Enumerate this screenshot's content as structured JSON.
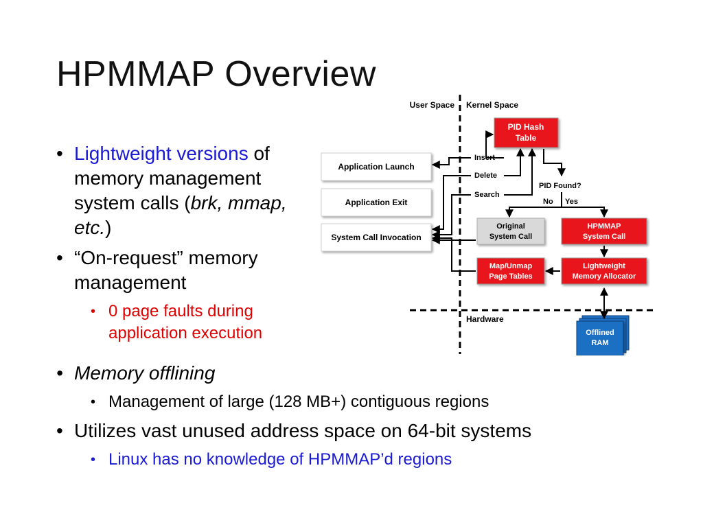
{
  "slide": {
    "title": "HPMMAP Overview"
  },
  "bullets": {
    "b1": {
      "highlight": "Lightweight versions",
      "rest": " of memory management system calls (",
      "italic": "brk, mmap, etc.",
      "close": ")"
    },
    "b2": {
      "text": "“On-request” memory management"
    },
    "b2_sub": {
      "text": "0 page faults during application execution"
    },
    "b3": {
      "text": "Memory offlining"
    },
    "b3_sub": {
      "text": "Management of large (128 MB+) contiguous regions"
    },
    "b4": {
      "text": "Utilizes vast unused address space on 64-bit systems"
    },
    "b4_sub": {
      "text": "Linux has no knowledge of HPMMAP’d regions"
    }
  },
  "diagram": {
    "user_space": "User Space",
    "kernel_space": "Kernel Space",
    "hardware": "Hardware",
    "pid_hash_table": [
      "PID Hash",
      "Table"
    ],
    "app_launch": "Application Launch",
    "app_exit": "Application Exit",
    "syscall_invocation": "System Call Invocation",
    "insert": "Insert",
    "delete": "Delete",
    "search": "Search",
    "pid_found": "PID Found?",
    "no": "No",
    "yes": "Yes",
    "original_syscall": [
      "Original",
      "System Call"
    ],
    "hpmmap_syscall": [
      "HPMMAP",
      "System Call"
    ],
    "map_unmap": [
      "Map/Unmap",
      "Page Tables"
    ],
    "lightweight_alloc": [
      "Lightweight",
      "Memory Allocator"
    ],
    "offlined_ram": [
      "Offlined",
      "RAM"
    ]
  },
  "colors": {
    "text_blue": "#1a1ad4",
    "text_red": "#e00000",
    "box_red": "#e8141b",
    "box_gray": "#d9d9d9",
    "box_blue": "#1f6fc4"
  }
}
